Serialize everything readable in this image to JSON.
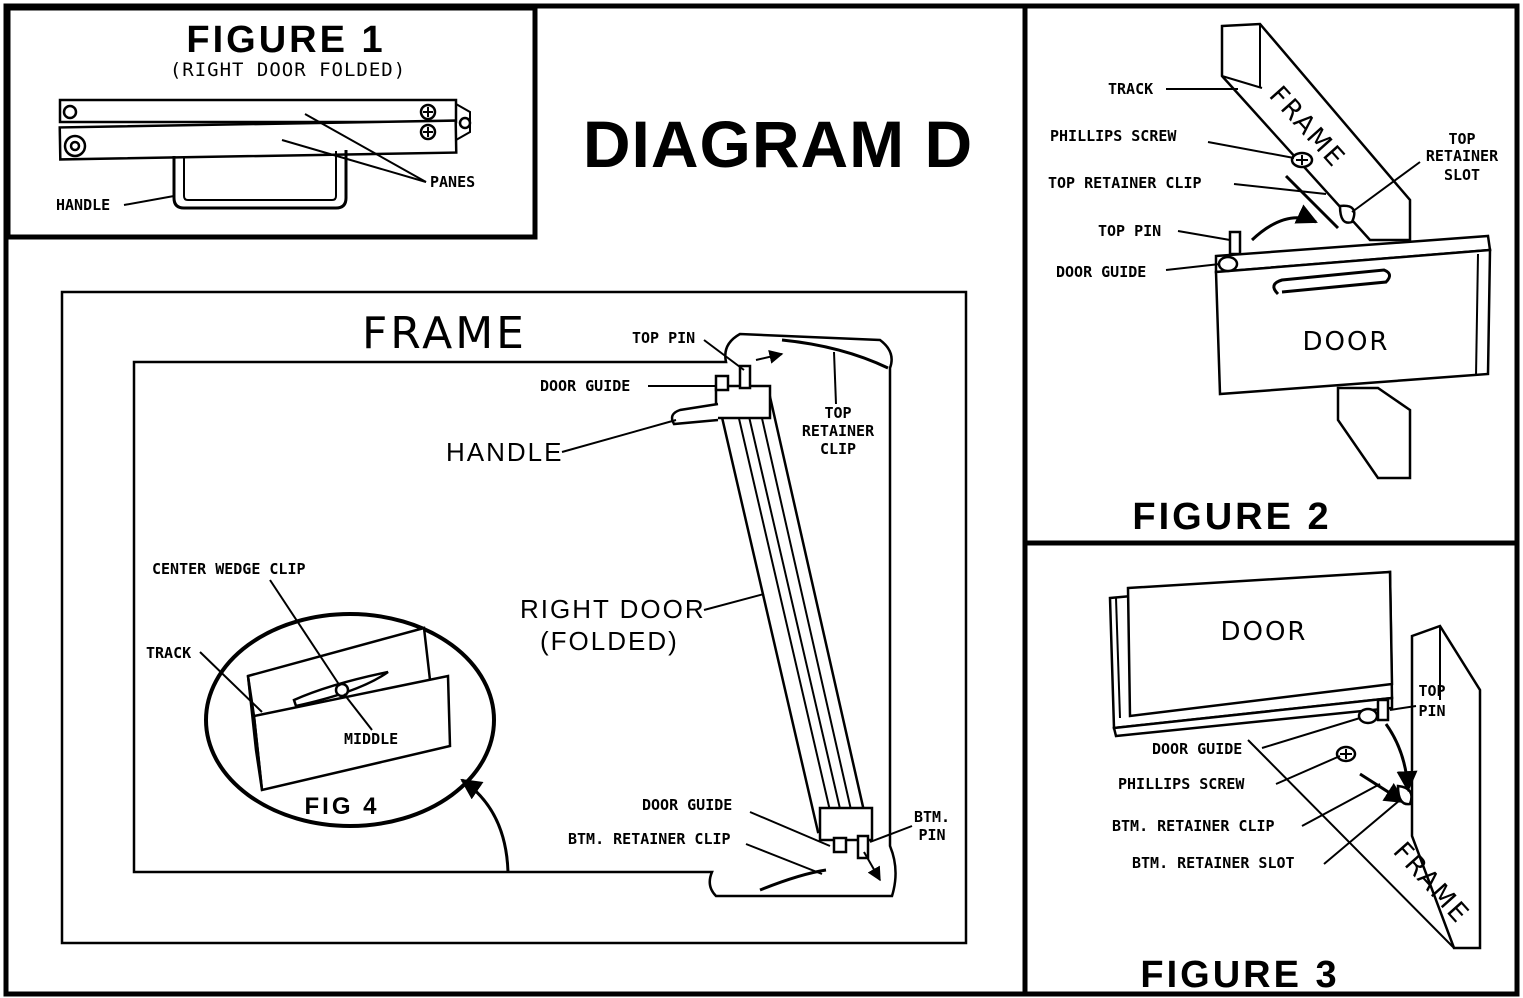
{
  "diagram_title": "DIAGRAM D",
  "figure1": {
    "title": "FIGURE 1",
    "subtitle": "(RIGHT DOOR FOLDED)",
    "labels": {
      "handle": "HANDLE",
      "panes": "PANES"
    }
  },
  "figure2": {
    "title": "FIGURE 2",
    "labels": {
      "track": "TRACK",
      "frame": "FRAME",
      "phillips_screw": "PHILLIPS SCREW",
      "top_retainer_slot_1": "TOP",
      "top_retainer_slot_2": "RETAINER",
      "top_retainer_slot_3": "SLOT",
      "top_retainer_clip": "TOP RETAINER CLIP",
      "top_pin": "TOP PIN",
      "door_guide": "DOOR GUIDE",
      "door": "DOOR"
    }
  },
  "figure3": {
    "title": "FIGURE 3",
    "labels": {
      "door": "DOOR",
      "top_pin_1": "TOP",
      "top_pin_2": "PIN",
      "door_guide": "DOOR GUIDE",
      "phillips_screw": "PHILLIPS SCREW",
      "btm_retainer_clip": "BTM. RETAINER CLIP",
      "btm_retainer_slot": "BTM. RETAINER SLOT",
      "frame": "FRAME"
    }
  },
  "main": {
    "labels": {
      "frame": "FRAME",
      "top_pin": "TOP PIN",
      "door_guide_top": "DOOR GUIDE",
      "handle": "HANDLE",
      "top_retainer_clip_1": "TOP",
      "top_retainer_clip_2": "RETAINER",
      "top_retainer_clip_3": "CLIP",
      "right_door_1": "RIGHT DOOR",
      "right_door_2": "(FOLDED)",
      "door_guide_btm": "DOOR GUIDE",
      "btm_retainer_clip": "BTM. RETAINER CLIP",
      "btm_pin_1": "BTM.",
      "btm_pin_2": "PIN"
    }
  },
  "fig4": {
    "title": "FIG 4",
    "labels": {
      "center_wedge_clip": "CENTER WEDGE CLIP",
      "track": "TRACK",
      "middle": "MIDDLE"
    }
  }
}
